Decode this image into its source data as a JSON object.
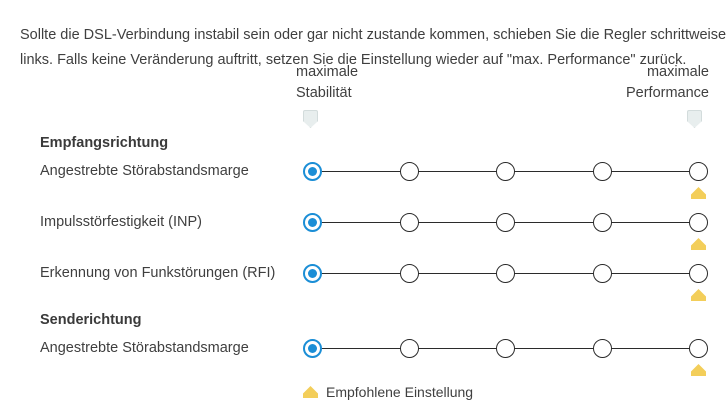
{
  "intro": {
    "paragraph": "Sollte die DSL-Verbindung instabil sein oder gar nicht zustande kommen, schieben Sie die Regler schrittweise nach links. Falls keine Veränderung auftritt, setzen Sie die Einstellung wieder auf \"max. Performance\" zurück."
  },
  "columns": {
    "left": {
      "line1": "maximale",
      "line2": "Stabilität",
      "handle_icon": "slider-handle-icon"
    },
    "right": {
      "line1": "maximale",
      "line2": "Performance",
      "handle_icon": "slider-handle-icon"
    }
  },
  "colors": {
    "selected_blue": "#1b8ed6",
    "recommended_amber": "#f3ce5a",
    "text": "#3f3f3f",
    "track": "#2b2b2b"
  },
  "groups": [
    {
      "heading": "Empfangsrichtung",
      "rows": [
        {
          "label": "Angestrebte Störabstandsmarge",
          "steps": 5,
          "selected_index": 0,
          "recommended_index": 4
        },
        {
          "label": "Impulsstörfestigkeit (INP)",
          "steps": 5,
          "selected_index": 0,
          "recommended_index": 4
        },
        {
          "label": "Erkennung von Funkstörungen (RFI)",
          "steps": 5,
          "selected_index": 0,
          "recommended_index": 4
        }
      ]
    },
    {
      "heading": "Senderichtung",
      "rows": [
        {
          "label": "Angestrebte Störabstandsmarge",
          "steps": 5,
          "selected_index": 0,
          "recommended_index": 4
        }
      ]
    }
  ],
  "legend": {
    "marker_icon": "recommended-marker-icon",
    "label": "Empfohlene Einstellung"
  }
}
